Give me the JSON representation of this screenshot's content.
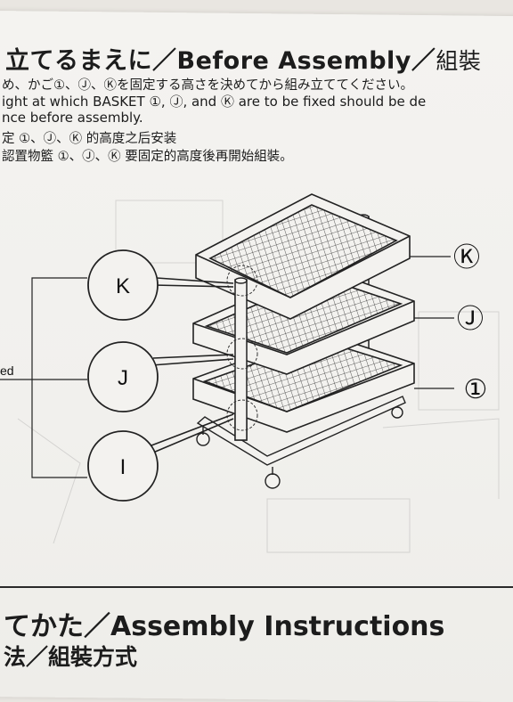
{
  "before_assembly": {
    "title_jp": "立てるまえに／",
    "title_en": "Before Assembly／",
    "title_cn": "組裝",
    "line_jp": "め、かご①、Ⓙ、Ⓚを固定する高さを決めてから組み立ててください。",
    "line_en1": "ight at which BASKET ①, Ⓙ, and Ⓚ are to be fixed should be de",
    "line_en2": "nce before assembly.",
    "line_cn_simplified": "定 ①、Ⓙ、Ⓚ 的高度之后安装",
    "line_cn_traditional": "認置物籃 ①、Ⓙ、Ⓚ 要固定的高度後再開始組裝。"
  },
  "diagram": {
    "callouts": {
      "top": "K",
      "middle": "J",
      "bottom": "I"
    },
    "side_label": "ed",
    "basket_labels": {
      "top": "Ⓚ",
      "middle": "Ⓙ",
      "bottom": "①"
    }
  },
  "assembly_instructions": {
    "title_line1": "てかた／Assembly Instructions",
    "title_line2": "法／組裝方式"
  }
}
